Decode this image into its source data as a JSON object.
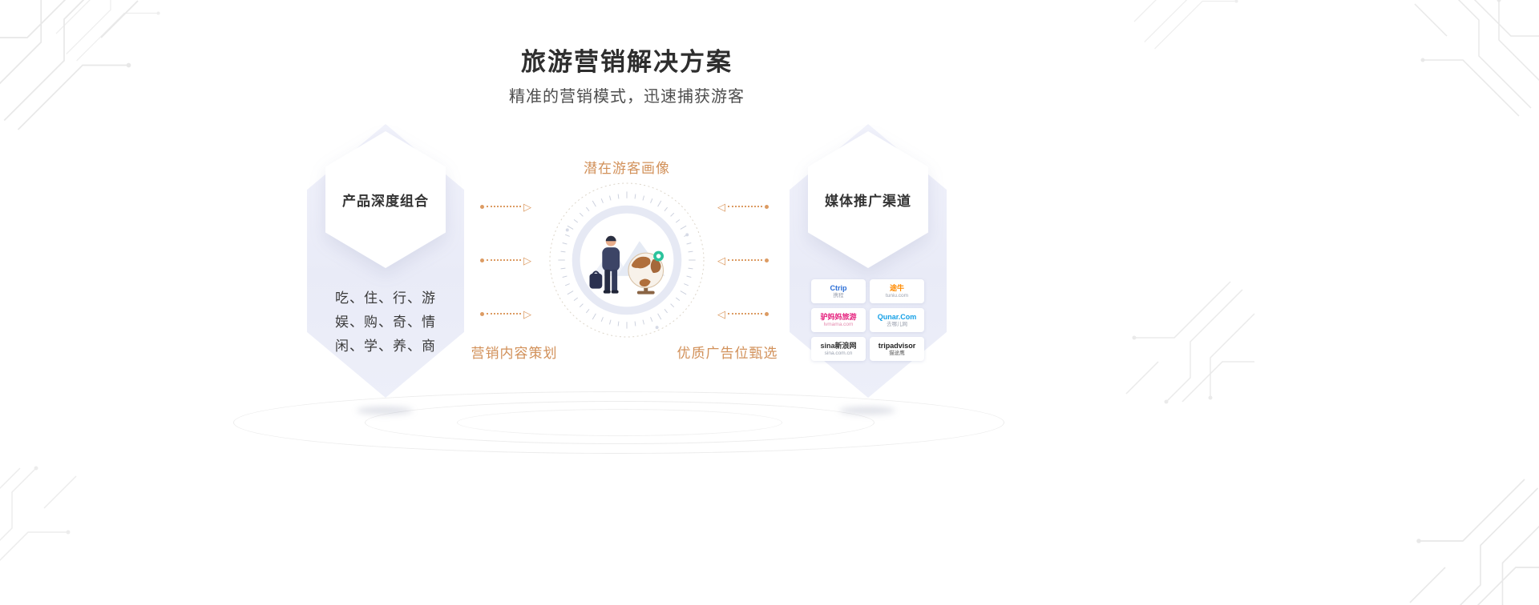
{
  "header": {
    "title": "旅游营销解决方案",
    "subtitle": "精准的营销模式，迅速捕获游客"
  },
  "left_card": {
    "title": "产品深度组合",
    "lines": [
      "吃、住、行、游",
      "娱、购、奇、情",
      "闲、学、养、商"
    ]
  },
  "diagram": {
    "top_label": "潜在游客画像",
    "bottom_left_label": "营销内容策划",
    "bottom_right_label": "优质广告位甄选"
  },
  "right_card": {
    "title": "媒体推广渠道",
    "logos": [
      {
        "name": "ctrip",
        "main": "Ctrip",
        "sub": "携程",
        "color": "#2c6fd6"
      },
      {
        "name": "tuniu",
        "main": "途牛",
        "sub": "tuniu.com",
        "color": "#ff8a00"
      },
      {
        "name": "lvmama",
        "main": "驴妈妈旅游",
        "sub": "lvmama.com",
        "color": "#e5217e"
      },
      {
        "name": "qunar",
        "main": "Qunar.Com",
        "sub": "去哪儿网",
        "color": "#15a0e6"
      },
      {
        "name": "sina",
        "main": "sina新浪网",
        "sub": "sina.com.cn",
        "color": "#333333"
      },
      {
        "name": "tripadvisor",
        "main": "tripadvisor",
        "sub": "猫途鹰",
        "color": "#222222"
      }
    ]
  },
  "colors": {
    "accent_orange": "#DC9B63",
    "label_orange": "#D2915A",
    "hexagon_fill": "#EDEFF8",
    "title_color": "#2E2E2E",
    "pin_green": "#2BC39C"
  }
}
